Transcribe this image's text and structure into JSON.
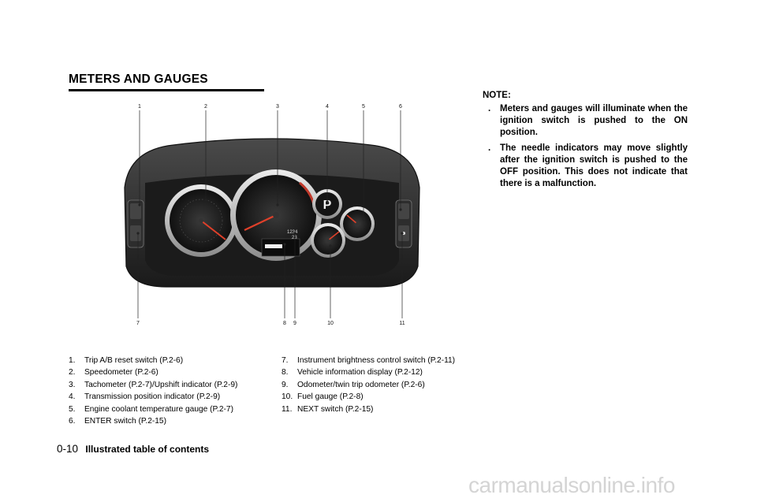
{
  "heading": "METERS AND GAUGES",
  "figure": {
    "callouts": [
      "1",
      "2",
      "3",
      "4",
      "5",
      "6",
      "7",
      "8",
      "9",
      "10",
      "11"
    ],
    "gear_indicator": "P",
    "odometer_digits": "1234",
    "trip_digits": "23"
  },
  "items_left": [
    {
      "num": "1.",
      "text": "Trip A/B reset switch (P.2-6)"
    },
    {
      "num": "2.",
      "text": "Speedometer (P.2-6)"
    },
    {
      "num": "3.",
      "text": "Tachometer (P.2-7)/Upshift indicator (P.2-9)"
    },
    {
      "num": "4.",
      "text": "Transmission position indicator (P.2-9)"
    },
    {
      "num": "5.",
      "text": "Engine coolant temperature gauge (P.2-7)"
    },
    {
      "num": "6.",
      "text": "ENTER switch (P.2-15)"
    }
  ],
  "items_right": [
    {
      "num": "7.",
      "text": "Instrument brightness control switch (P.2-11)"
    },
    {
      "num": "8.",
      "text": "Vehicle information display (P.2-12)"
    },
    {
      "num": "9.",
      "text": "Odometer/twin trip odometer (P.2-6)"
    },
    {
      "num": "10.",
      "text": "Fuel gauge (P.2-8)"
    },
    {
      "num": "11.",
      "text": "NEXT switch (P.2-15)"
    }
  ],
  "note": {
    "title": "NOTE:",
    "bullet": ".",
    "items": [
      "Meters and gauges will illuminate when the ignition switch is pushed to the ON position.",
      "The needle indicators may move slightly after the ignition switch is pushed to the OFF position. This does not indicate that there is a malfunction."
    ]
  },
  "footer": {
    "page": "0-10",
    "title": "Illustrated table of contents"
  },
  "watermark": "carmanualsonline.info"
}
